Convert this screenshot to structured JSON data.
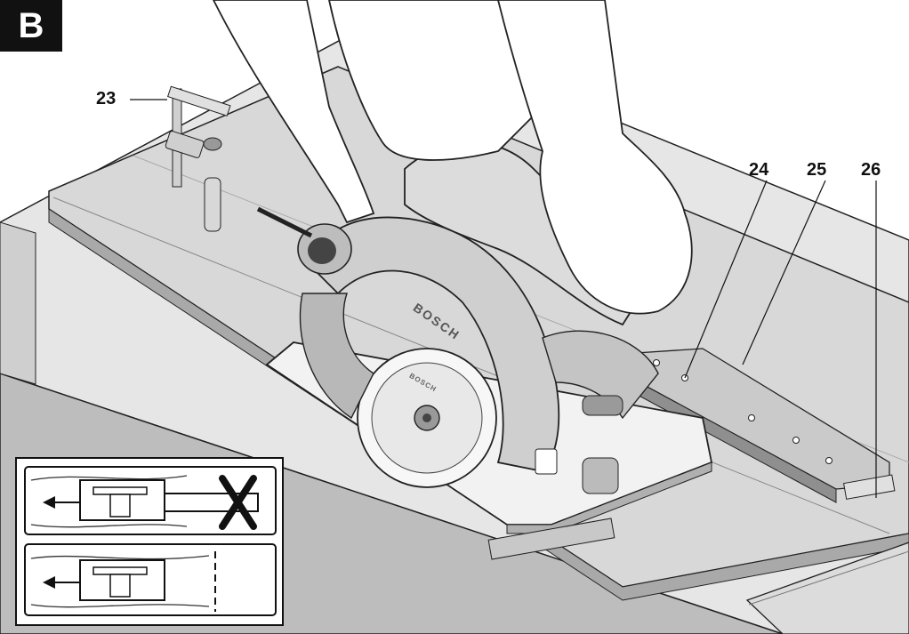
{
  "figure": {
    "letter": "B",
    "brand_on_guard": "BOSCH",
    "brand_on_blade": "BOSCH"
  },
  "callouts": [
    {
      "id": "23",
      "label": "23"
    },
    {
      "id": "24",
      "label": "24"
    },
    {
      "id": "25",
      "label": "25"
    },
    {
      "id": "26",
      "label": "26"
    }
  ],
  "inset_icons": [
    "wrong-clamping-icon",
    "correct-clamping-icon"
  ],
  "colors": {
    "ink": "#111111",
    "surface_light": "#e9e9e9",
    "surface_mid": "#d4d4d4",
    "surface_dark": "#9a9a9a",
    "background": "#ffffff"
  }
}
